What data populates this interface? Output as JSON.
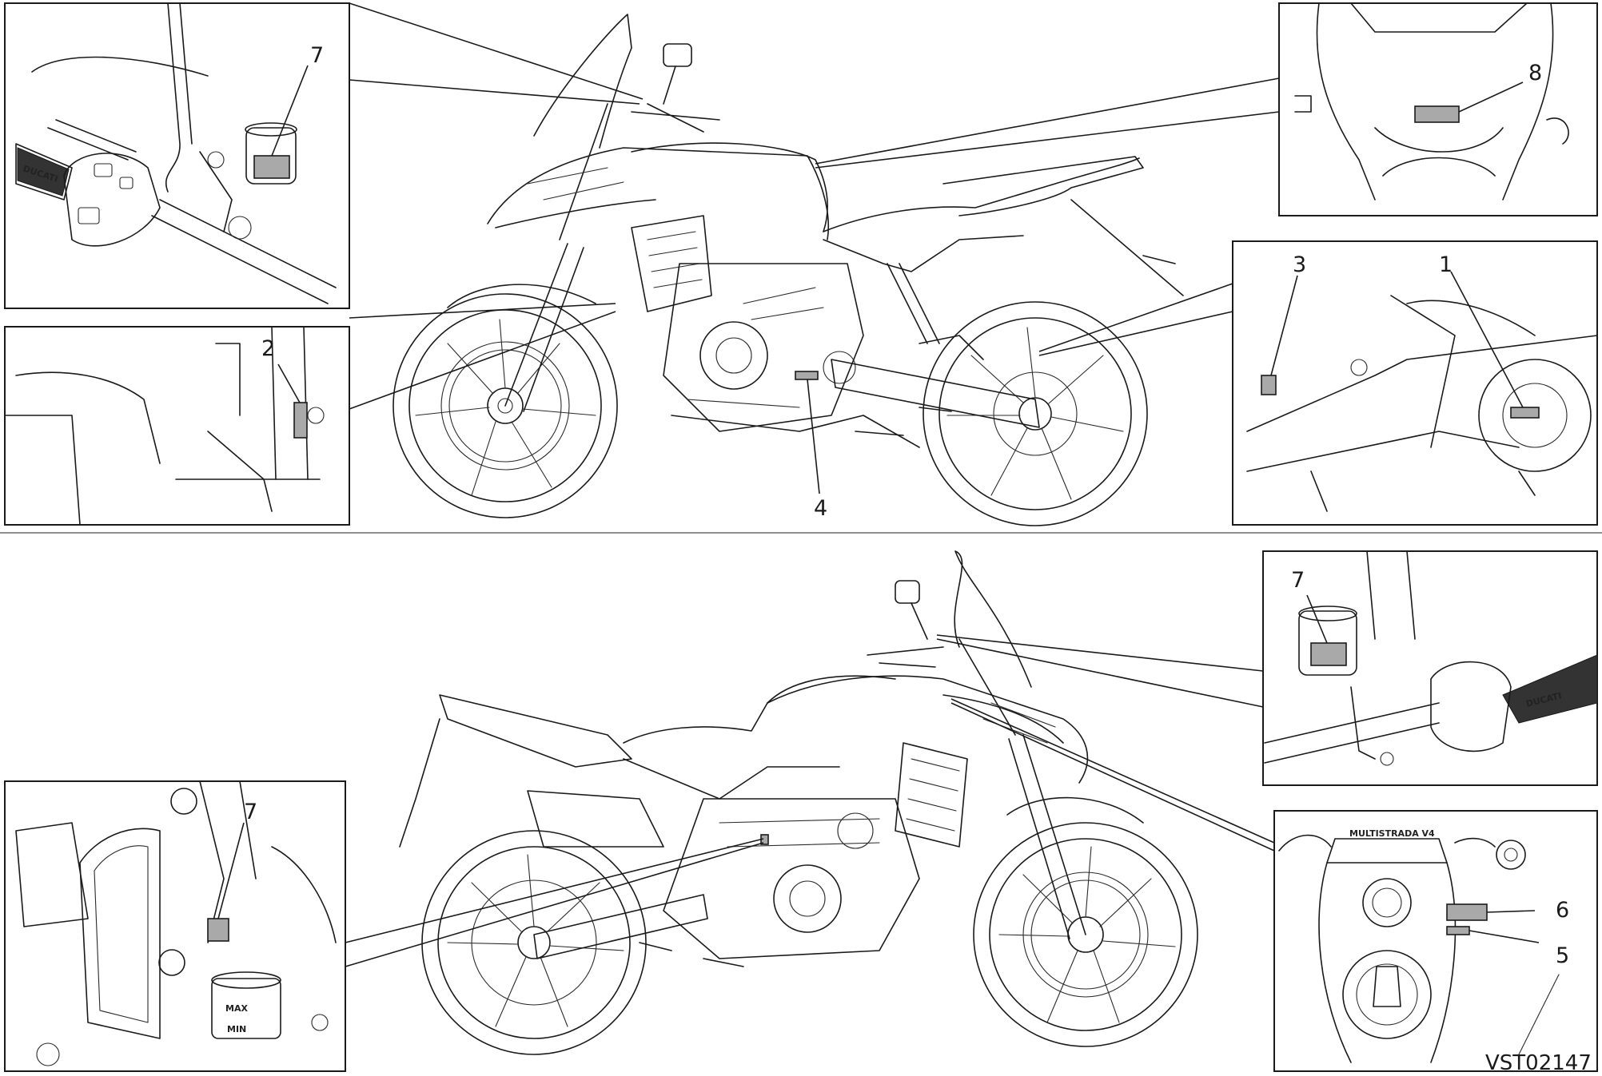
{
  "callouts": {
    "panel_top_left": "7",
    "panel_top_right": "8",
    "panel_mid_left": "2",
    "panel_right_a": "3",
    "panel_right_b": "1",
    "bike_top": "4",
    "panel_bottom_right_top": "7",
    "panel_bottom_left": "7",
    "panel_bottom_right_a": "6",
    "panel_bottom_right_b": "5"
  },
  "embossed_text": {
    "brand_grip_top": "DUCATI",
    "brand_grip_bottom": "DUCATI",
    "reservoir_max": "MAX",
    "reservoir_min": "MIN",
    "tank_badge": "MULTISTRADA V4"
  },
  "figure_code": "VST02147",
  "colors": {
    "line": "#1a1a1a",
    "label_fill": "#a9a9a9",
    "background": "#ffffff"
  }
}
